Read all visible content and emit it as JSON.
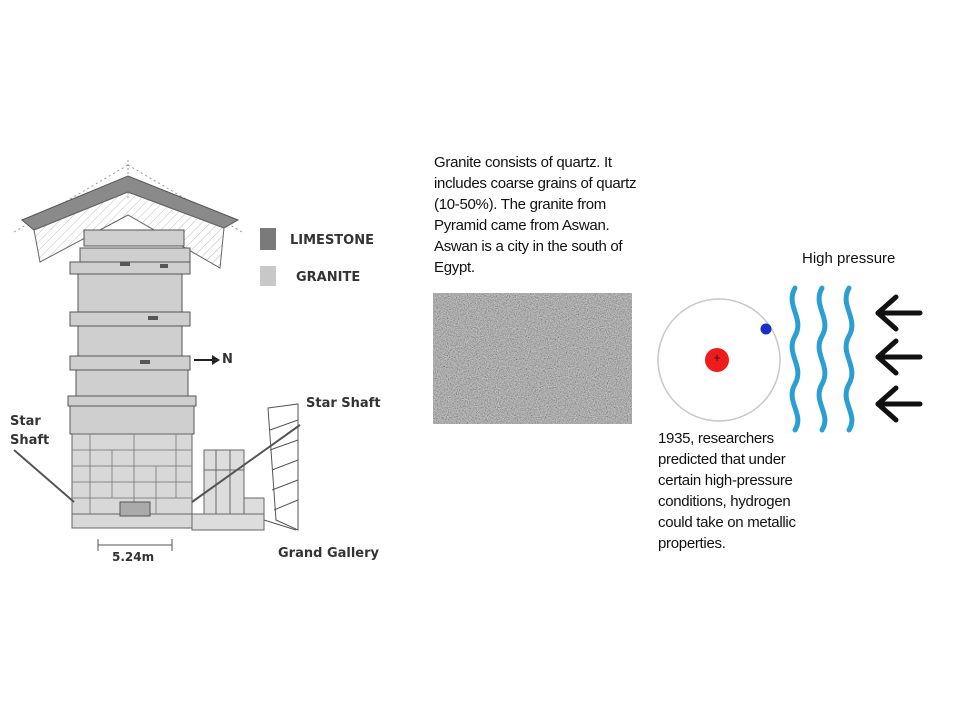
{
  "diagram": {
    "legend": [
      {
        "label": "LIMESTONE",
        "color": "#7a7a7a"
      },
      {
        "label": "GRANITE",
        "color": "#c8c8c8"
      }
    ],
    "north_label": "N",
    "star_shaft_left": [
      "Star",
      "Shaft"
    ],
    "star_shaft_right": "Star Shaft",
    "grand_gallery": "Grand Gallery",
    "scale": "5.24m"
  },
  "granite_text": "Granite consists of quartz. It includes coarse grains of quartz (10-50%). The granite from Pyramid came from Aswan. Aswan is a city in the south of Egypt.",
  "high_pressure_label": "High pressure",
  "atom": {
    "nucleus_symbol": "+",
    "nucleus_color": "#ee1c1c",
    "electron_color": "#1a2fc8"
  },
  "wave_color": "#2b9fd4",
  "hydrogen_text": "1935, researchers predicted that under certain high-pressure conditions, hydrogen could take on metallic properties."
}
